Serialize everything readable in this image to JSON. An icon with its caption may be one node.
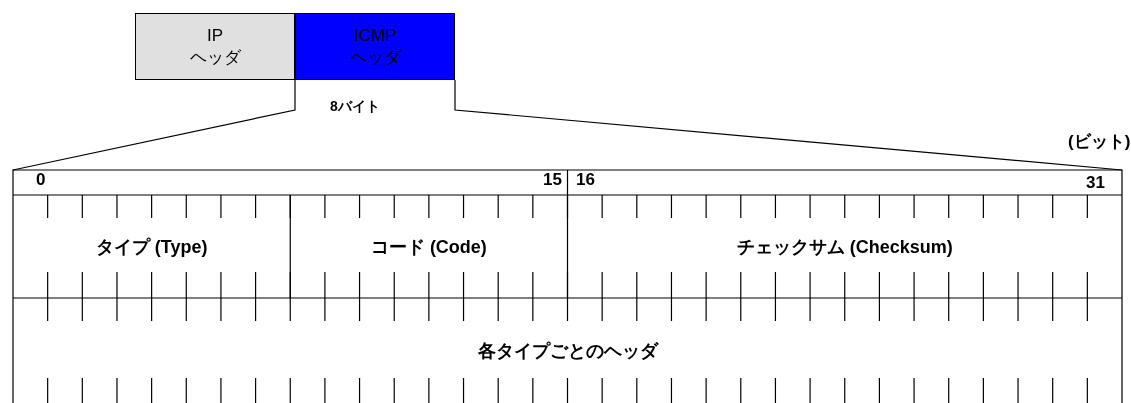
{
  "diagram": {
    "nodes": [
      {
        "text": [
          "IP",
          "ヘッダ"
        ]
      },
      {
        "text": [
          "ICMP",
          "ヘッダ"
        ]
      },
      {
        "text": [
          "タイプ (Type)"
        ]
      },
      {
        "text": [
          "コード (Code)"
        ]
      },
      {
        "text": [
          "チェックサム (Checksum)"
        ]
      },
      {
        "text": [
          "各タイプごとのヘッダ"
        ]
      }
    ],
    "edges": [],
    "labels": [
      "8バイト",
      "(ビット)",
      "0",
      "15",
      "16",
      "31"
    ]
  }
}
